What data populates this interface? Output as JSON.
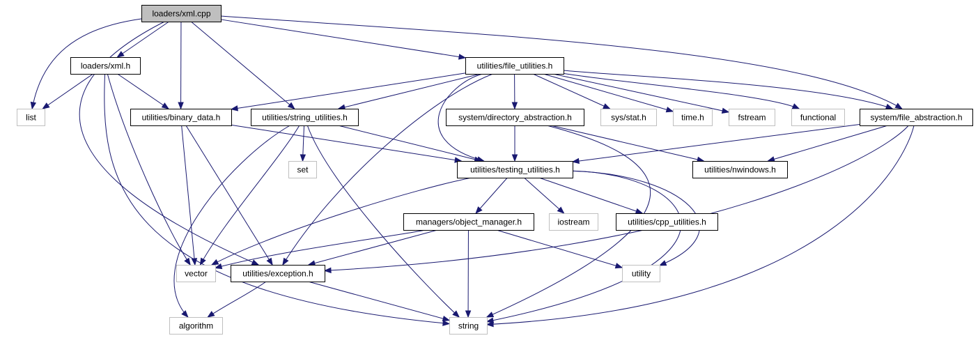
{
  "colors": {
    "edge": "#191970",
    "root_fill": "#bfbfbf",
    "external_border": "#bfbfbf",
    "project_border": "#000000",
    "background": "#ffffff"
  },
  "nodes": [
    {
      "id": "loaders_xml_cpp",
      "label": "loaders/xml.cpp",
      "kind": "root"
    },
    {
      "id": "loaders_xml_h",
      "label": "loaders/xml.h",
      "kind": "project"
    },
    {
      "id": "file_utilities_h",
      "label": "utilities/file_utilities.h",
      "kind": "project"
    },
    {
      "id": "list",
      "label": "list",
      "kind": "external"
    },
    {
      "id": "binary_data_h",
      "label": "utilities/binary_data.h",
      "kind": "project"
    },
    {
      "id": "string_utilities_h",
      "label": "utilities/string_utilities.h",
      "kind": "project"
    },
    {
      "id": "directory_abstraction_h",
      "label": "system/directory_abstraction.h",
      "kind": "project"
    },
    {
      "id": "sys_stat_h",
      "label": "sys/stat.h",
      "kind": "external"
    },
    {
      "id": "time_h",
      "label": "time.h",
      "kind": "external"
    },
    {
      "id": "fstream",
      "label": "fstream",
      "kind": "external"
    },
    {
      "id": "functional",
      "label": "functional",
      "kind": "external"
    },
    {
      "id": "file_abstraction_h",
      "label": "system/file_abstraction.h",
      "kind": "project"
    },
    {
      "id": "set",
      "label": "set",
      "kind": "external"
    },
    {
      "id": "testing_utilities_h",
      "label": "utilities/testing_utilities.h",
      "kind": "project"
    },
    {
      "id": "nwindows_h",
      "label": "utilities/nwindows.h",
      "kind": "project"
    },
    {
      "id": "object_manager_h",
      "label": "managers/object_manager.h",
      "kind": "project"
    },
    {
      "id": "iostream",
      "label": "iostream",
      "kind": "external"
    },
    {
      "id": "cpp_utilities_h",
      "label": "utilities/cpp_utilities.h",
      "kind": "project"
    },
    {
      "id": "vector",
      "label": "vector",
      "kind": "external"
    },
    {
      "id": "exception_h",
      "label": "utilities/exception.h",
      "kind": "project"
    },
    {
      "id": "utility",
      "label": "utility",
      "kind": "external"
    },
    {
      "id": "algorithm",
      "label": "algorithm",
      "kind": "external"
    },
    {
      "id": "string",
      "label": "string",
      "kind": "external"
    }
  ],
  "edges": [
    [
      "loaders_xml_cpp",
      "loaders_xml_h"
    ],
    [
      "loaders_xml_cpp",
      "list"
    ],
    [
      "loaders_xml_cpp",
      "binary_data_h"
    ],
    [
      "loaders_xml_cpp",
      "string_utilities_h"
    ],
    [
      "loaders_xml_cpp",
      "file_utilities_h"
    ],
    [
      "loaders_xml_cpp",
      "file_abstraction_h"
    ],
    [
      "loaders_xml_cpp",
      "exception_h"
    ],
    [
      "loaders_xml_h",
      "list"
    ],
    [
      "loaders_xml_h",
      "binary_data_h"
    ],
    [
      "loaders_xml_h",
      "vector"
    ],
    [
      "loaders_xml_h",
      "string"
    ],
    [
      "file_utilities_h",
      "binary_data_h"
    ],
    [
      "file_utilities_h",
      "string_utilities_h"
    ],
    [
      "file_utilities_h",
      "directory_abstraction_h"
    ],
    [
      "file_utilities_h",
      "sys_stat_h"
    ],
    [
      "file_utilities_h",
      "time_h"
    ],
    [
      "file_utilities_h",
      "fstream"
    ],
    [
      "file_utilities_h",
      "functional"
    ],
    [
      "file_utilities_h",
      "file_abstraction_h"
    ],
    [
      "file_utilities_h",
      "testing_utilities_h"
    ],
    [
      "file_utilities_h",
      "exception_h"
    ],
    [
      "binary_data_h",
      "testing_utilities_h"
    ],
    [
      "binary_data_h",
      "vector"
    ],
    [
      "binary_data_h",
      "exception_h"
    ],
    [
      "string_utilities_h",
      "set"
    ],
    [
      "string_utilities_h",
      "testing_utilities_h"
    ],
    [
      "string_utilities_h",
      "vector"
    ],
    [
      "string_utilities_h",
      "algorithm"
    ],
    [
      "string_utilities_h",
      "string"
    ],
    [
      "directory_abstraction_h",
      "testing_utilities_h"
    ],
    [
      "directory_abstraction_h",
      "nwindows_h"
    ],
    [
      "directory_abstraction_h",
      "string"
    ],
    [
      "file_abstraction_h",
      "testing_utilities_h"
    ],
    [
      "file_abstraction_h",
      "nwindows_h"
    ],
    [
      "file_abstraction_h",
      "exception_h"
    ],
    [
      "file_abstraction_h",
      "string"
    ],
    [
      "testing_utilities_h",
      "object_manager_h"
    ],
    [
      "testing_utilities_h",
      "iostream"
    ],
    [
      "testing_utilities_h",
      "cpp_utilities_h"
    ],
    [
      "testing_utilities_h",
      "vector"
    ],
    [
      "testing_utilities_h",
      "utility"
    ],
    [
      "testing_utilities_h",
      "string"
    ],
    [
      "object_manager_h",
      "vector"
    ],
    [
      "object_manager_h",
      "exception_h"
    ],
    [
      "object_manager_h",
      "utility"
    ],
    [
      "object_manager_h",
      "string"
    ],
    [
      "exception_h",
      "algorithm"
    ],
    [
      "exception_h",
      "string"
    ]
  ]
}
